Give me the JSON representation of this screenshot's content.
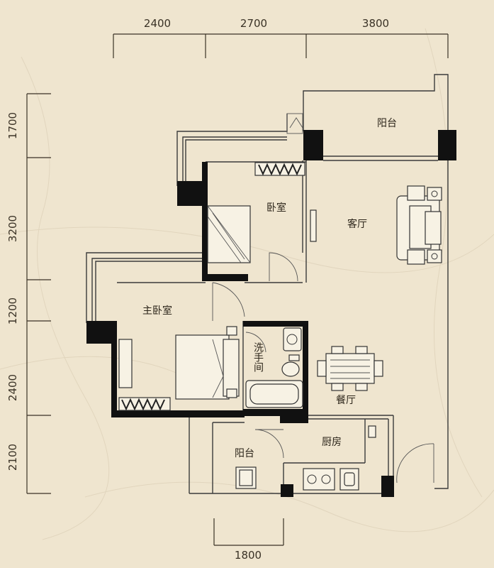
{
  "dimensions": {
    "top": [
      "2400",
      "2700",
      "3800"
    ],
    "left": [
      "1700",
      "3200",
      "1200",
      "2400",
      "2100"
    ],
    "bottom": [
      "1800"
    ]
  },
  "rooms": {
    "balcony_top": "阳台",
    "bedroom": "卧室",
    "living_room": "客厅",
    "master_bedroom": "主卧室",
    "bathroom": "洗手间",
    "dining_room": "餐厅",
    "kitchen": "厨房",
    "balcony_bottom": "阳台"
  },
  "colors": {
    "background": "#efe5cf",
    "wall": "#111111",
    "dimension_text": "#3a3226"
  }
}
